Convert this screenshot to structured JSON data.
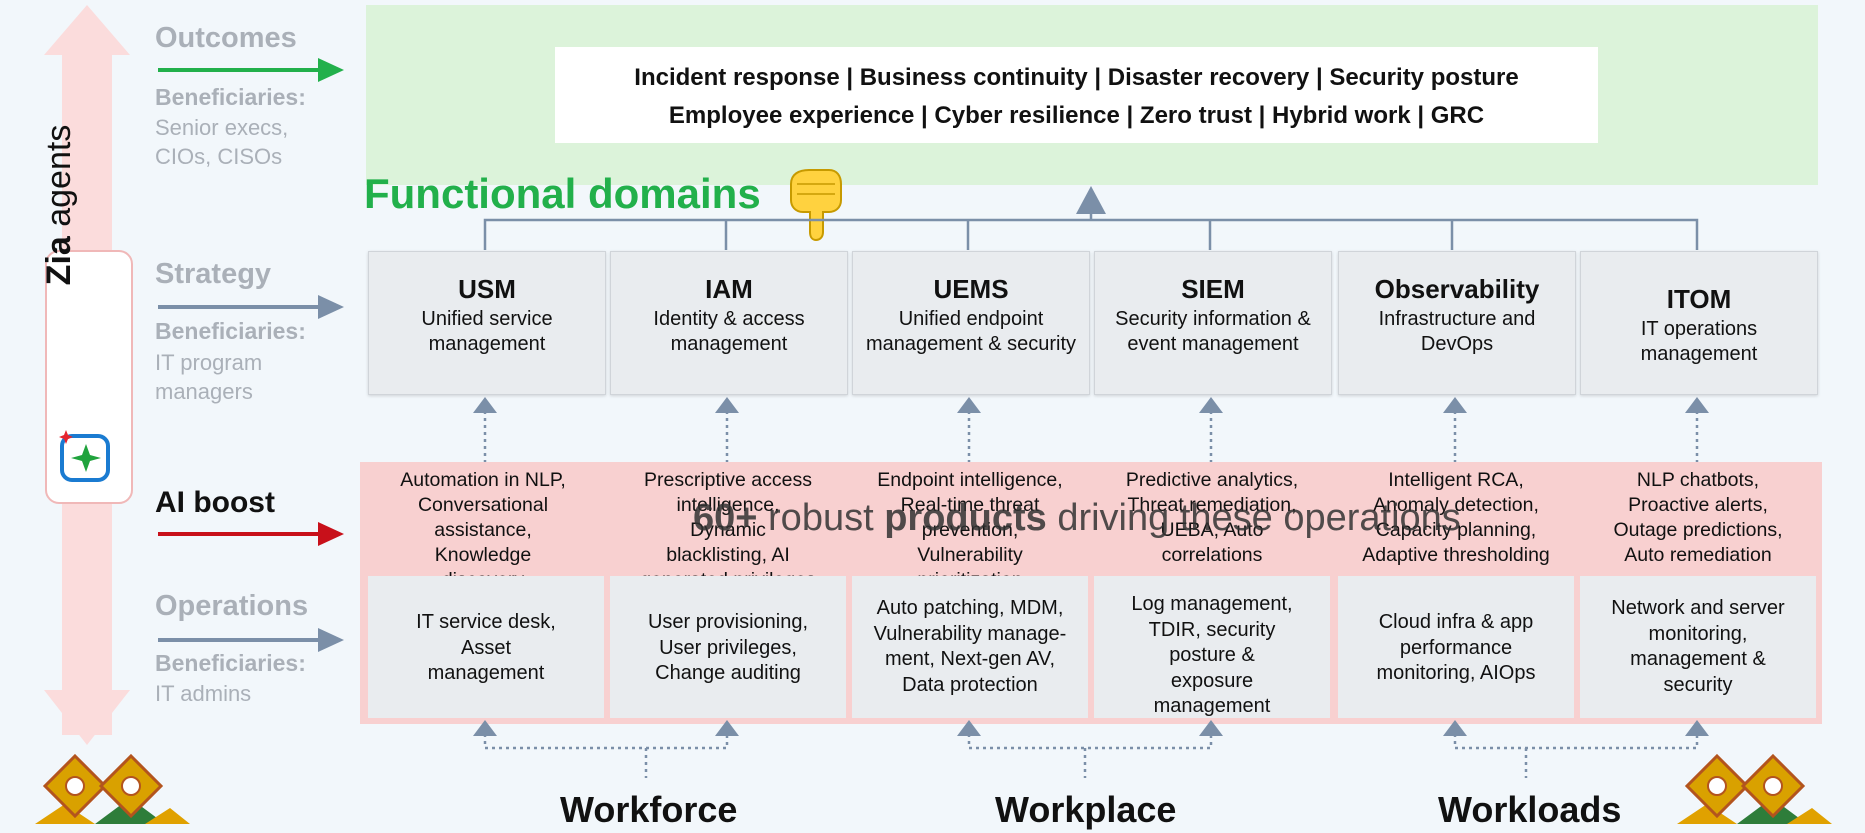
{
  "left_panel": {
    "zia_bold": "Zia",
    "zia_rest": " agents",
    "outcomes": {
      "label": "Outcomes",
      "beneficiaries_label": "Beneficiaries:",
      "beneficiaries": [
        "Senior execs,",
        "CIOs, CISOs"
      ]
    },
    "strategy": {
      "label": "Strategy",
      "beneficiaries_label": "Beneficiaries:",
      "beneficiaries": [
        "IT program",
        "managers"
      ]
    },
    "ai_boost": {
      "label": "AI boost"
    },
    "operations": {
      "label": "Operations",
      "beneficiaries_label": "Beneficiaries:",
      "beneficiaries": [
        "IT admins"
      ]
    }
  },
  "outcomes_box": {
    "line1": "Incident response  |  Business continuity  |  Disaster recovery  | Security posture",
    "line2": "Employee experience  |  Cyber resilience  |  Zero trust  |  Hybrid work |  GRC"
  },
  "functional_domains_title": "Functional domains",
  "domains": [
    {
      "title": "USM",
      "desc": "Unified service management",
      "ai": [
        "Automation in NLP,",
        "Conversational",
        "assistance,",
        "Knowledge",
        "discovery"
      ],
      "ops": [
        "IT service desk,",
        "Asset",
        "management"
      ]
    },
    {
      "title": "IAM",
      "desc": "Identity & access management",
      "ai": [
        "Prescriptive access",
        "intelligence,",
        "Dynamic",
        "blacklisting, AI",
        "generated privileges"
      ],
      "ops": [
        "User provisioning,",
        "User privileges,",
        "Change auditing"
      ]
    },
    {
      "title": "UEMS",
      "desc": "Unified endpoint management & security",
      "ai": [
        "Endpoint intelligence,",
        "Real-time threat",
        "prevention,",
        "Vulnerability",
        "prioritization"
      ],
      "ops": [
        "Auto patching, MDM,",
        "Vulnerability manage-",
        "ment, Next-gen AV,",
        "Data protection"
      ]
    },
    {
      "title": "SIEM",
      "desc": "Security information & event management",
      "ai": [
        "Predictive analytics,",
        "Threat remediation,",
        "UEBA, Auto",
        "correlations"
      ],
      "ops": [
        "Log management,",
        "TDIR, security",
        "posture &",
        "exposure",
        "management"
      ]
    },
    {
      "title": "Observability",
      "desc": "Infrastructure and DevOps",
      "ai": [
        "Intelligent RCA,",
        "Anomaly detection,",
        "Capacity planning,",
        "Adaptive thresholding"
      ],
      "ops": [
        "Cloud infra & app",
        "performance",
        "monitoring, AIOps"
      ]
    },
    {
      "title": "ITOM",
      "desc": "IT operations management",
      "ai": [
        "NLP chatbots,",
        "Proactive alerts,",
        "Outage predictions,",
        "Auto remediation"
      ],
      "ops": [
        "Network and server",
        "monitoring,",
        "management &",
        "security"
      ]
    }
  ],
  "overlay": {
    "bold1": "60+",
    "mid": " robust ",
    "bold2": "products",
    "rest": " driving these operations"
  },
  "bottom_labels": [
    "Workforce",
    "Workplace",
    "Workloads"
  ],
  "colors": {
    "green": "#22b04b",
    "slate": "#7b8fa8",
    "red": "#c8101a",
    "pink": "#f8d0d0",
    "gold": "#e0a100"
  }
}
